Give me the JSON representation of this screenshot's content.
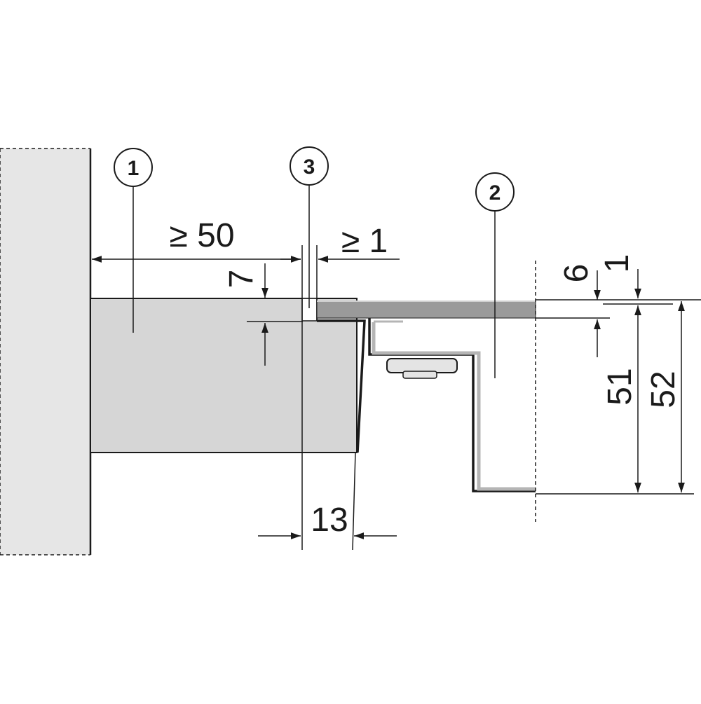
{
  "callouts": [
    {
      "label": "1"
    },
    {
      "label": "3"
    },
    {
      "label": "2"
    }
  ],
  "dimensions": {
    "clearance_left": "≥ 50",
    "clearance_right": "≥ 1",
    "depth_7": "7",
    "panel_13": "13",
    "top_6": "6",
    "top_1": "1",
    "height_51": "51",
    "height_52": "52"
  },
  "colors": {
    "wall": "#e6e6e6",
    "worktop": "#d6d6d6",
    "cooktop_glass": "#9a9a9a",
    "line": "#1a1a1a"
  }
}
